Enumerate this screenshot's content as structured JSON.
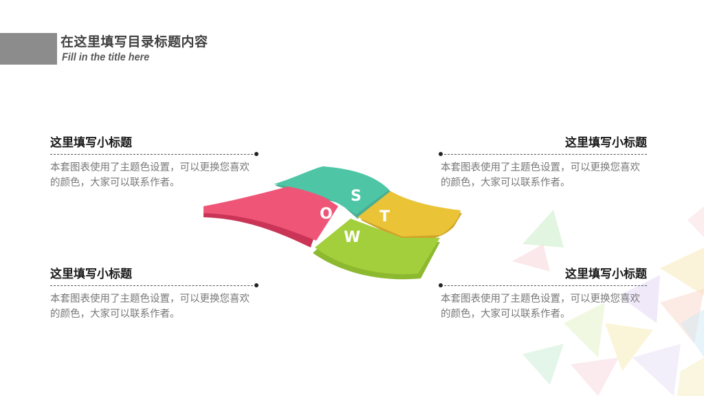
{
  "header": {
    "title": "在这里填写目录标题内容",
    "subtitle": "Fill in the title here"
  },
  "blocks": [
    {
      "title": "这里填写小标题",
      "desc": "本套图表使用了主题色设置，可以更换您喜欢的颜色，大家可以联系作者。"
    },
    {
      "title": "这里填写小标题",
      "desc": "本套图表使用了主题色设置，可以更换您喜欢的颜色，大家可以联系作者。"
    },
    {
      "title": "这里填写小标题",
      "desc": "本套图表使用了主题色设置，可以更换您喜欢的颜色，大家可以联系作者。"
    },
    {
      "title": "这里填写小标题",
      "desc": "本套图表使用了主题色设置，可以更换您喜欢的颜色，大家可以联系作者。"
    }
  ],
  "swot": {
    "s": {
      "letter": "S",
      "color": "#4ec6a6"
    },
    "w": {
      "letter": "W",
      "color": "#a3cf3c"
    },
    "o": {
      "letter": "O",
      "color": "#ef5577"
    },
    "t": {
      "letter": "T",
      "color": "#eac337"
    }
  },
  "colors": {
    "header_bar": "#8c8c8c",
    "title_text": "#404040"
  }
}
